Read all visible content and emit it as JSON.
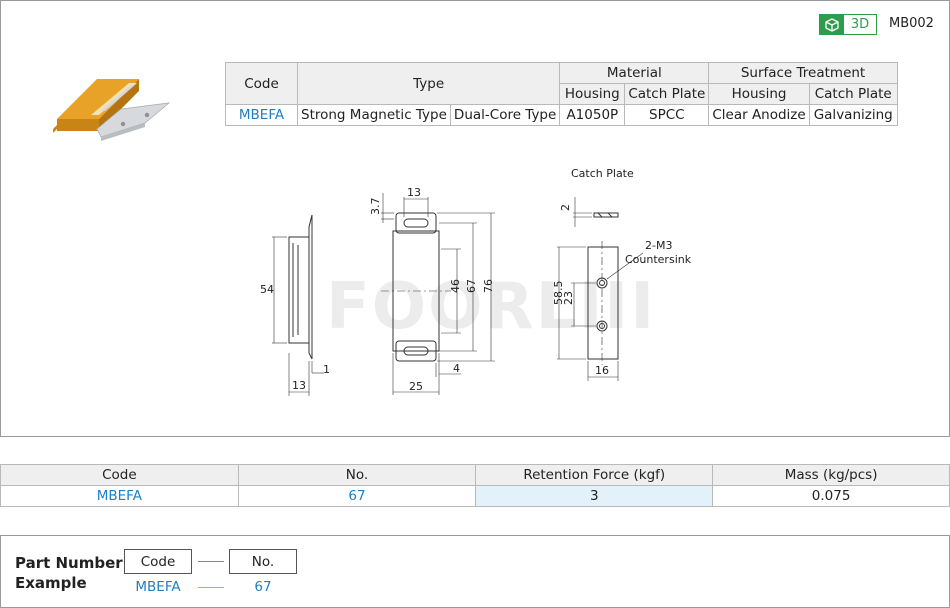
{
  "header": {
    "badge_label": "3D",
    "model_code": "MB002"
  },
  "spec_table": {
    "col_code": "Code",
    "col_type": "Type",
    "col_material": "Material",
    "col_surface": "Surface Treatment",
    "sub_housing_mat": "Housing",
    "sub_catch_mat": "Catch Plate",
    "sub_housing_surf": "Housing",
    "sub_catch_surf": "Catch Plate",
    "row": {
      "code": "MBEFA",
      "type1": "Strong Magnetic Type",
      "type2": "Dual-Core Type",
      "mat_housing": "A1050P",
      "mat_catch": "SPCC",
      "surf_housing": "Clear Anodize",
      "surf_catch": "Galvanizing"
    }
  },
  "drawing": {
    "catch_plate_title": "Catch Plate",
    "hole_note_1": "2-M3",
    "hole_note_2": "Countersink",
    "watermark": "FOORLIII",
    "dims": {
      "d54": "54",
      "d13a": "13",
      "d1": "1",
      "d3_7": "3.7",
      "d13b": "13",
      "d46": "46",
      "d67": "67",
      "d76": "76",
      "d25": "25",
      "d4": "4",
      "d2": "2",
      "d58_5": "58.5",
      "d23": "23",
      "d16": "16"
    }
  },
  "performance_table": {
    "headers": [
      "Code",
      "No.",
      "Retention Force (kgf)",
      "Mass (kg/pcs)"
    ],
    "row": [
      "MBEFA",
      "67",
      "3",
      "0.075"
    ]
  },
  "part_number": {
    "title_line1": "Part Number",
    "title_line2": "Example",
    "head_code": "Code",
    "head_no": "No.",
    "val_code": "MBEFA",
    "val_no": "67"
  },
  "colors": {
    "accent_green": "#2d9d4b",
    "link_blue": "#1e7fc4",
    "highlight": "#e3f1fb"
  }
}
